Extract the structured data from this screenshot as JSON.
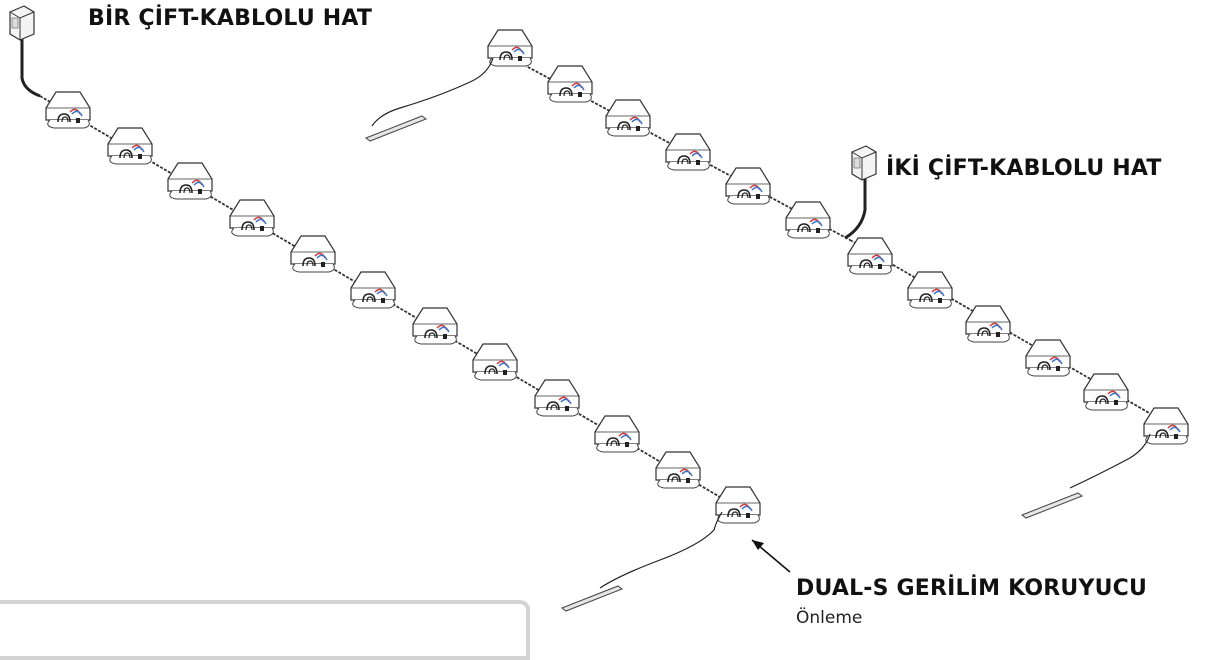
{
  "labels": {
    "line_one": "BİR ÇİFT-KABLOLU HAT",
    "line_two": "İKİ ÇİFT-KABLOLU HAT",
    "surge_protector": "DUAL-S GERİLİM KORUYUCU",
    "surge_protector_sub": "Önleme"
  },
  "diagram": {
    "line_one_module_count": 12,
    "line_two_module_count": 12,
    "components": [
      "controller",
      "two-wire cable",
      "decoder module",
      "surge protector",
      "ground rod"
    ],
    "colors": {
      "cable": "#222222",
      "wire_red": "#d33b3b",
      "wire_blue": "#3a74c9",
      "outline": "#333333"
    }
  }
}
